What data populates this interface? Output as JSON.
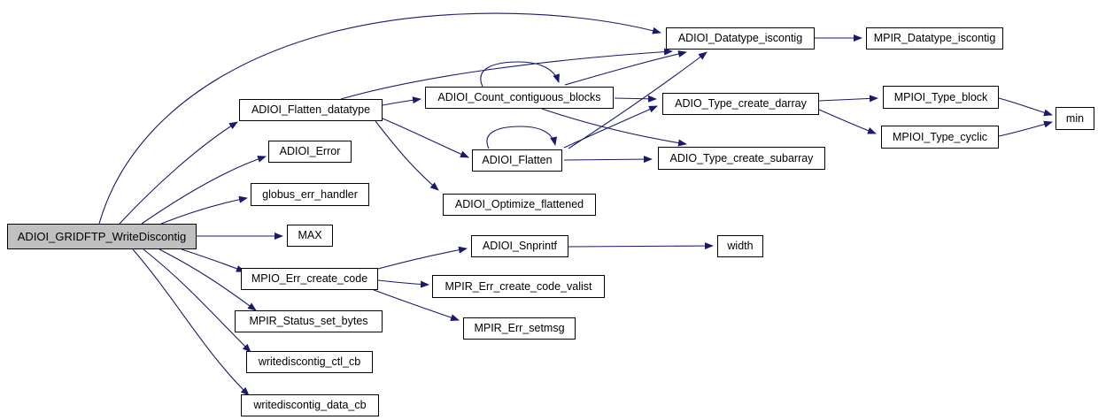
{
  "diagram": {
    "kind": "doxygen-call-graph",
    "root": "ADIOI_GRIDFTP_WriteDiscontig",
    "colors": {
      "background": "#ffffff",
      "edge": "#191970",
      "node_border": "#000000",
      "node_fill": "#ffffff",
      "root_node_fill": "#c0c0c0",
      "text": "#000000"
    }
  },
  "nodes": [
    {
      "id": "main",
      "label": "ADIOI_GRIDFTP_WriteDiscontig"
    },
    {
      "id": "flatten_datatype",
      "label": "ADIOI_Flatten_datatype"
    },
    {
      "id": "error",
      "label": "ADIOI_Error"
    },
    {
      "id": "globus",
      "label": "globus_err_handler"
    },
    {
      "id": "max",
      "label": "MAX"
    },
    {
      "id": "mpio_err",
      "label": "MPIO_Err_create_code"
    },
    {
      "id": "status_bytes",
      "label": "MPIR_Status_set_bytes"
    },
    {
      "id": "ctl_cb",
      "label": "writediscontig_ctl_cb"
    },
    {
      "id": "data_cb",
      "label": "writediscontig_data_cb"
    },
    {
      "id": "count_blocks",
      "label": "ADIOI_Count_contiguous_blocks"
    },
    {
      "id": "flatten",
      "label": "ADIOI_Flatten"
    },
    {
      "id": "optimize",
      "label": "ADIOI_Optimize_flattened"
    },
    {
      "id": "snprintf",
      "label": "ADIOI_Snprintf"
    },
    {
      "id": "valist",
      "label": "MPIR_Err_create_code_valist"
    },
    {
      "id": "setmsg",
      "label": "MPIR_Err_setmsg"
    },
    {
      "id": "iscontig",
      "label": "ADIOI_Datatype_iscontig"
    },
    {
      "id": "mpir_iscontig",
      "label": "MPIR_Datatype_iscontig"
    },
    {
      "id": "darray",
      "label": "ADIO_Type_create_darray"
    },
    {
      "id": "subarray",
      "label": "ADIO_Type_create_subarray"
    },
    {
      "id": "type_block",
      "label": "MPIOI_Type_block"
    },
    {
      "id": "type_cyclic",
      "label": "MPIOI_Type_cyclic"
    },
    {
      "id": "min",
      "label": "min"
    },
    {
      "id": "width",
      "label": "width"
    }
  ],
  "edges": [
    {
      "from": "ADIOI_GRIDFTP_WriteDiscontig",
      "to": "ADIOI_Datatype_iscontig"
    },
    {
      "from": "ADIOI_GRIDFTP_WriteDiscontig",
      "to": "ADIOI_Flatten_datatype"
    },
    {
      "from": "ADIOI_GRIDFTP_WriteDiscontig",
      "to": "ADIOI_Error"
    },
    {
      "from": "ADIOI_GRIDFTP_WriteDiscontig",
      "to": "globus_err_handler"
    },
    {
      "from": "ADIOI_GRIDFTP_WriteDiscontig",
      "to": "MAX"
    },
    {
      "from": "ADIOI_GRIDFTP_WriteDiscontig",
      "to": "MPIO_Err_create_code"
    },
    {
      "from": "ADIOI_GRIDFTP_WriteDiscontig",
      "to": "MPIR_Status_set_bytes"
    },
    {
      "from": "ADIOI_GRIDFTP_WriteDiscontig",
      "to": "writediscontig_ctl_cb"
    },
    {
      "from": "ADIOI_GRIDFTP_WriteDiscontig",
      "to": "writediscontig_data_cb"
    },
    {
      "from": "ADIOI_Flatten_datatype",
      "to": "ADIOI_Count_contiguous_blocks"
    },
    {
      "from": "ADIOI_Flatten_datatype",
      "to": "ADIOI_Datatype_iscontig"
    },
    {
      "from": "ADIOI_Flatten_datatype",
      "to": "ADIOI_Flatten"
    },
    {
      "from": "ADIOI_Flatten_datatype",
      "to": "ADIOI_Optimize_flattened"
    },
    {
      "from": "ADIOI_Count_contiguous_blocks",
      "to": "ADIOI_Count_contiguous_blocks",
      "recursive": true
    },
    {
      "from": "ADIOI_Count_contiguous_blocks",
      "to": "ADIO_Type_create_darray"
    },
    {
      "from": "ADIOI_Count_contiguous_blocks",
      "to": "ADIO_Type_create_subarray"
    },
    {
      "from": "ADIOI_Count_contiguous_blocks",
      "to": "ADIOI_Datatype_iscontig"
    },
    {
      "from": "ADIOI_Flatten",
      "to": "ADIOI_Flatten",
      "recursive": true
    },
    {
      "from": "ADIOI_Flatten",
      "to": "ADIO_Type_create_darray"
    },
    {
      "from": "ADIOI_Flatten",
      "to": "ADIO_Type_create_subarray"
    },
    {
      "from": "ADIOI_Flatten",
      "to": "ADIOI_Datatype_iscontig"
    },
    {
      "from": "ADIOI_Datatype_iscontig",
      "to": "MPIR_Datatype_iscontig"
    },
    {
      "from": "ADIO_Type_create_darray",
      "to": "MPIOI_Type_block"
    },
    {
      "from": "ADIO_Type_create_darray",
      "to": "MPIOI_Type_cyclic"
    },
    {
      "from": "MPIOI_Type_block",
      "to": "min"
    },
    {
      "from": "MPIOI_Type_cyclic",
      "to": "min"
    },
    {
      "from": "MPIO_Err_create_code",
      "to": "ADIOI_Snprintf"
    },
    {
      "from": "MPIO_Err_create_code",
      "to": "MPIR_Err_create_code_valist"
    },
    {
      "from": "MPIO_Err_create_code",
      "to": "MPIR_Err_setmsg"
    },
    {
      "from": "ADIOI_Snprintf",
      "to": "width"
    }
  ]
}
